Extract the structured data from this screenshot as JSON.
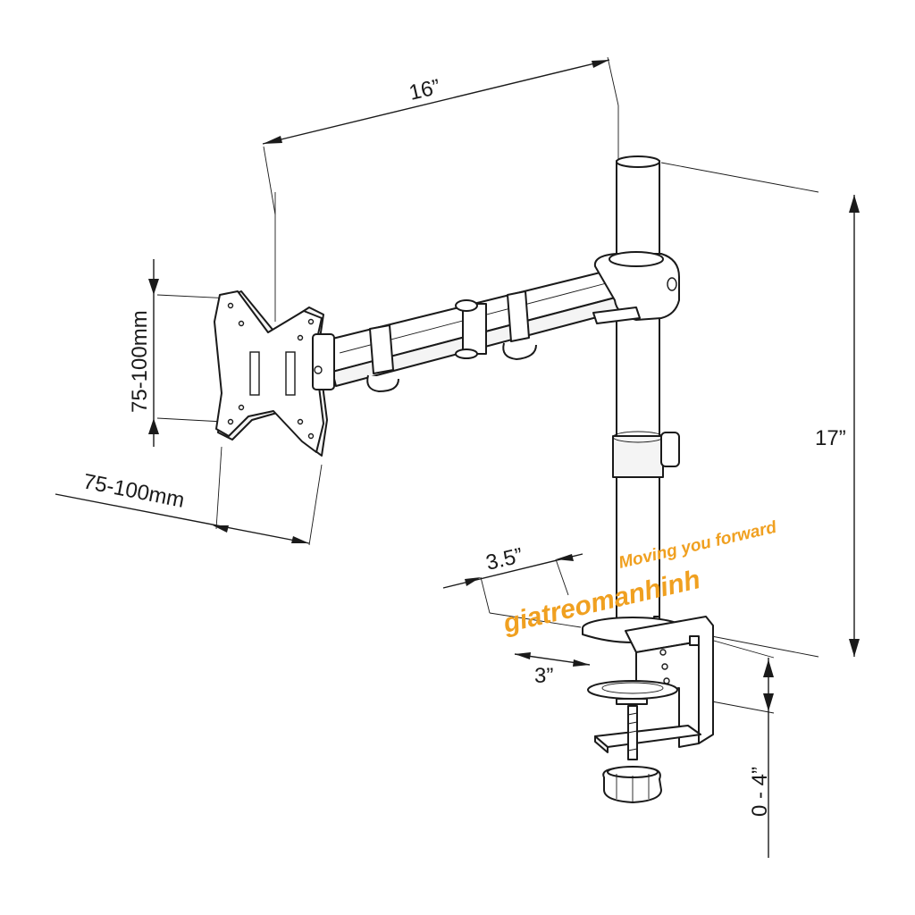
{
  "dimensions": {
    "arm_length": "16”",
    "pole_height": "17”",
    "vesa_height": "75-100mm",
    "vesa_width": "75-100mm",
    "clamp_top_depth": "3.5”",
    "clamp_bottom_depth": "3”",
    "desk_thickness": "0 - 4”"
  },
  "watermark": {
    "tagline": "Moving you forward",
    "brand": "giatreomanhinh",
    "color": "#f0a020"
  },
  "colors": {
    "line": "#1a1a1a",
    "background": "#ffffff"
  }
}
